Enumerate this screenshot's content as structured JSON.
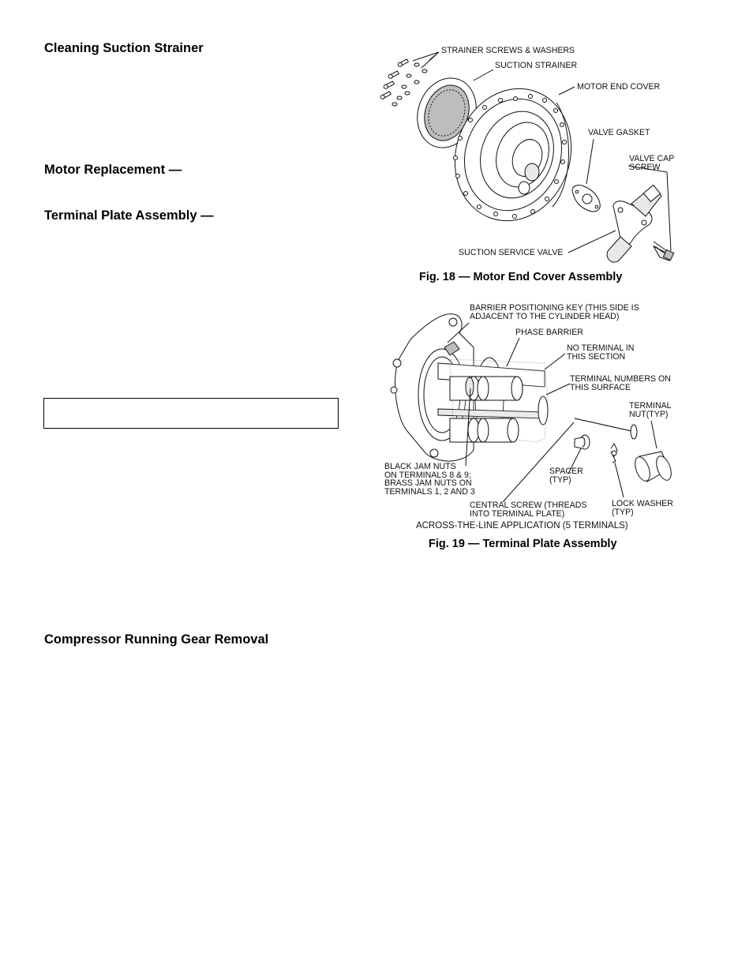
{
  "headings": {
    "cleaning_suction_strainer": "Cleaning Suction Strainer",
    "motor_replacement": "Motor Replacement —",
    "terminal_plate_assembly": "Terminal Plate Assembly —",
    "compressor_running_gear_removal": "Compressor Running Gear Removal"
  },
  "fig18": {
    "caption": "Fig. 18 — Motor End Cover Assembly",
    "labels": {
      "strainer_screws": "STRAINER SCREWS & WASHERS",
      "suction_strainer": "SUCTION STRAINER",
      "motor_end_cover": "MOTOR END COVER",
      "valve_gasket": "VALVE GASKET",
      "valve_cap_screw_1": "VALVE CAP",
      "valve_cap_screw_2": "SCREW",
      "suction_service_valve": "SUCTION SERVICE VALVE"
    }
  },
  "fig19": {
    "caption": "Fig. 19 — Terminal Plate Assembly",
    "labels": {
      "barrier_key_1": "BARRIER POSITIONING KEY (THIS SIDE IS",
      "barrier_key_2": "ADJACENT TO THE CYLINDER HEAD)",
      "phase_barrier": "PHASE BARRIER",
      "no_terminal_1": "NO TERMINAL IN",
      "no_terminal_2": "THIS SECTION",
      "terminal_numbers_1": "TERMINAL NUMBERS ON",
      "terminal_numbers_2": "THIS SURFACE",
      "terminal_nut_1": "TERMINAL",
      "terminal_nut_2": "NUT(TYP)",
      "jam_nuts_1": "BLACK JAM NUTS",
      "jam_nuts_2": "ON TERMINALS 8 & 9;",
      "jam_nuts_3": "BRASS JAM NUTS ON",
      "jam_nuts_4": "TERMINALS 1, 2 AND 3",
      "spacer_1": "SPACER",
      "spacer_2": "(TYP)",
      "central_screw_1": "CENTRAL SCREW (THREADS",
      "central_screw_2": "INTO TERMINAL PLATE)",
      "lock_washer_1": "LOCK WASHER",
      "lock_washer_2": "(TYP)",
      "application": "ACROSS-THE-LINE APPLICATION (5 TERMINALS)"
    }
  }
}
